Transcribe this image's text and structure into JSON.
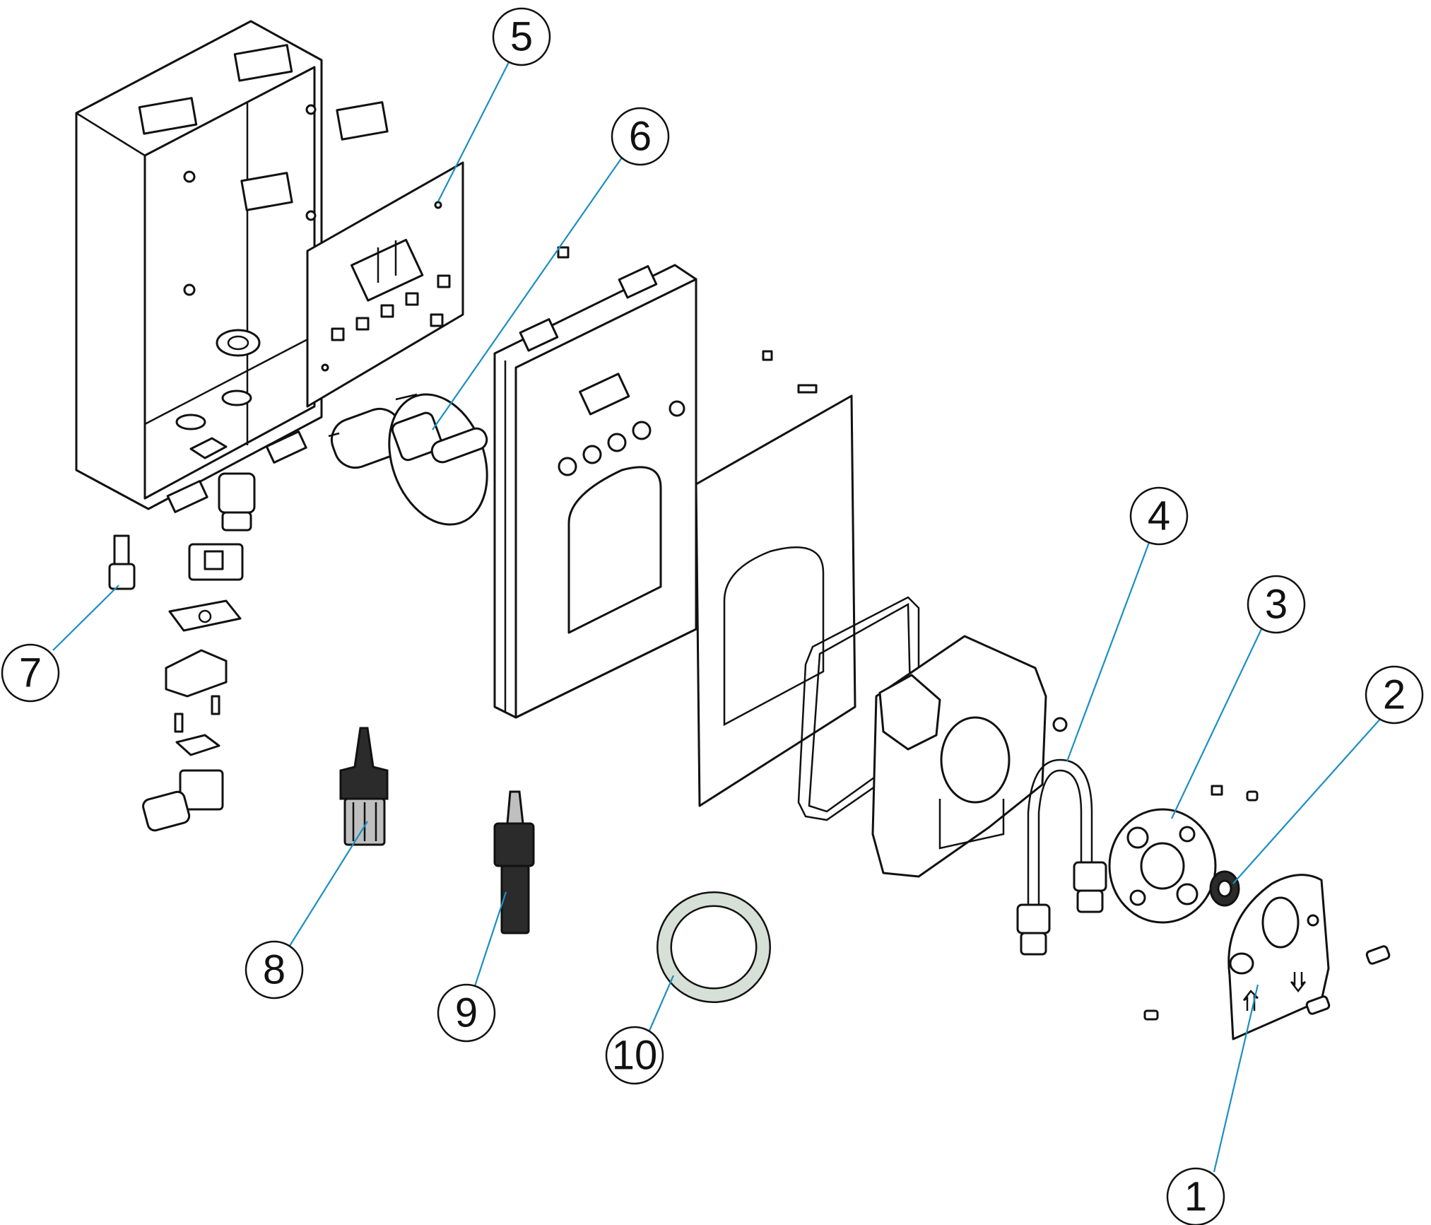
{
  "callouts": [
    {
      "id": "1",
      "label": "1"
    },
    {
      "id": "2",
      "label": "2"
    },
    {
      "id": "3",
      "label": "3"
    },
    {
      "id": "4",
      "label": "4"
    },
    {
      "id": "5",
      "label": "5"
    },
    {
      "id": "6",
      "label": "6"
    },
    {
      "id": "7",
      "label": "7"
    },
    {
      "id": "8",
      "label": "8"
    },
    {
      "id": "9",
      "label": "9"
    },
    {
      "id": "10",
      "label": "10"
    }
  ],
  "colors": {
    "leader": "#1a8fc0",
    "line": "#111111",
    "background": "#ffffff"
  }
}
